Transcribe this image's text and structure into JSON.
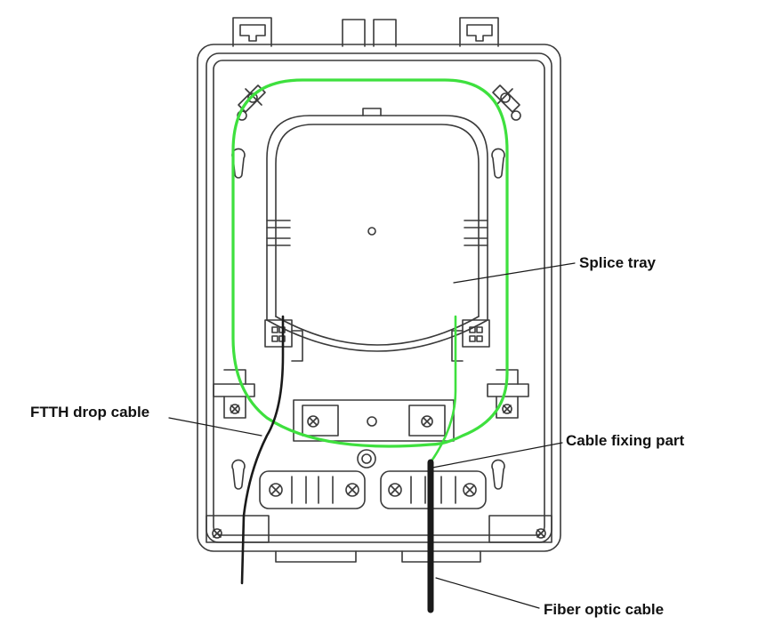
{
  "callouts": {
    "splice_tray": "Splice tray",
    "ftth_drop_cable": "FTTH drop cable",
    "cable_fixing_part": "Cable fixing part",
    "fiber_optic_cable": "Fiber optic cable"
  },
  "colors": {
    "outline": "#3a3a3a",
    "fiber_route": "#3ee03e",
    "cable": "#1a1a1a",
    "background": "#ffffff"
  }
}
